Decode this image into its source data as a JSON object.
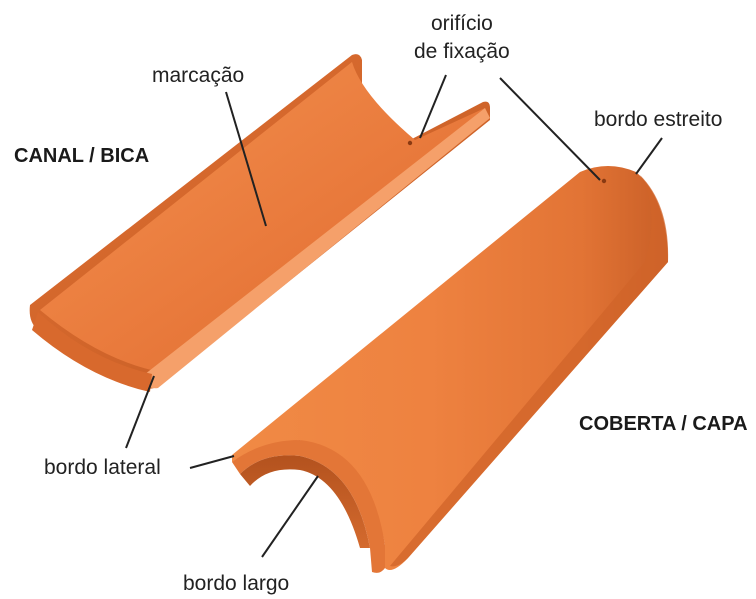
{
  "colors": {
    "tile_light": "#F28A44",
    "tile_mid": "#E8773A",
    "tile_dark": "#C85E25",
    "tile_shadow": "#B05020",
    "label_text": "#222222",
    "background": "#FFFFFF"
  },
  "tiles": {
    "canal": {
      "title": "CANAL / BICA"
    },
    "coberta": {
      "title": "COBERTA / CAPA"
    }
  },
  "labels": {
    "marcacao": "marcação",
    "orificio_line1": "orifício",
    "orificio_line2": "de fixação",
    "bordo_estreito": "bordo estreito",
    "bordo_lateral": "bordo lateral",
    "bordo_largo": "bordo largo"
  }
}
